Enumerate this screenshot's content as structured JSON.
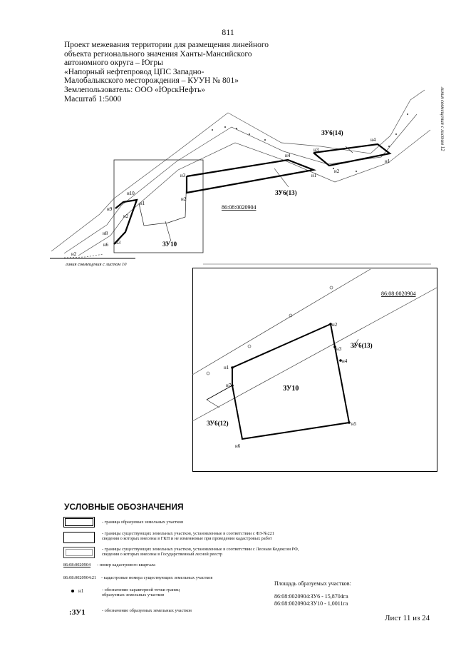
{
  "page_number": "811",
  "header_lines": [
    "Проект межевания территории для размещения линейного",
    "объекта регионального значения Ханты-Мансийского",
    "автономного округа – Югры",
    "«Напорный нефтепровод ЦПС Западно-",
    "Малобалыкского месторождения – КУУН № 801»",
    "Землепользователь: ООО «ЮрскНефть»",
    "Масштаб 1:5000"
  ],
  "main_map": {
    "parcels": [
      "ЗУ6(14)",
      "ЗУ6(13)",
      "ЗУ10"
    ],
    "quarter": "86:08:0020904",
    "points": {
      "n1": "н1",
      "n2": "н2",
      "n3": "н3",
      "n4": "н4",
      "n6": "н6",
      "n8": "н8",
      "n9": "н9",
      "n10": "н10"
    },
    "joint_line_bottom": "линия совмещения с листом 10",
    "joint_line_right": "линия совмещения с листом 12"
  },
  "inset_map": {
    "quarter": "86:08:0020904",
    "parcel_main": "ЗУ10",
    "parcel_right": "ЗУ6(13)",
    "parcel_left": "ЗУ6(12)",
    "points": {
      "n1": "н1",
      "n2": "н2",
      "n3": "н3",
      "n4": "н4",
      "n5": "н5",
      "n6": "н6",
      "n7": "н7"
    }
  },
  "legend": {
    "title": "УСЛОВНЫЕ ОБОЗНАЧЕНИЯ",
    "item1": "- граница образуемых земельных участков",
    "item2_line1": "- границы существующих земельных участков, установленные в соответствии с ФЗ-№221",
    "item2_line2": "сведения о которых внесены в ГКН и не изменяемые при проведении кадастровых работ",
    "item3_line1": "- границы существующих земельных участков, установленные в соответствии с Лесным Кодексом РФ,",
    "item3_line2": "сведения о которых внесены в Государственный лесной реестр",
    "quarter_sample": "86:08:0020904",
    "quarter_desc": "- номер кадастрового квартала",
    "cadnum_sample": "86:08:0020904:21",
    "cadnum_desc": "- кадастровые номера существующих земельных участков",
    "point_sample": "н1",
    "point_desc_line1": "- обозначение характерной точки границ",
    "point_desc_line2": "образуемых земельных участков",
    "parcel_sample": ":ЗУ1",
    "parcel_desc": "- обозначение образуемых земельных участков"
  },
  "areas": {
    "title": "Площадь образуемых участков:",
    "line1": "86:08:0020904:ЗУ6 - 15,8704га",
    "line2": "86:08:0020904:ЗУ10 - 1,0011га"
  },
  "sheet_label": "Лист 11 из 24"
}
